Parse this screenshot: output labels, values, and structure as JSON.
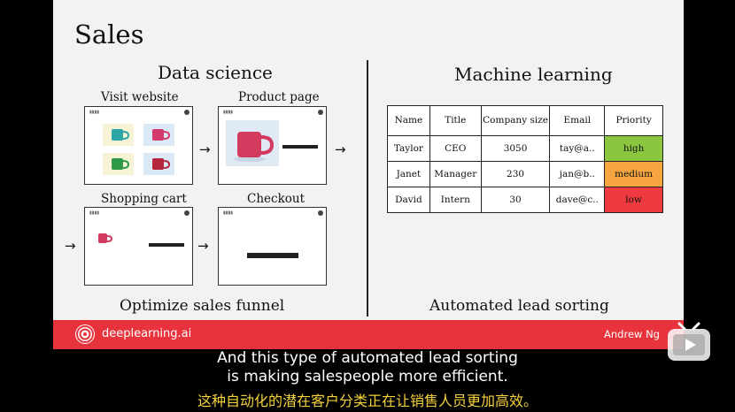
{
  "slide": {
    "title": "Sales",
    "left_section": {
      "heading": "Data science",
      "steps": [
        {
          "label": "Visit website"
        },
        {
          "label": "Product page"
        },
        {
          "label": "Shopping cart"
        },
        {
          "label": "Checkout"
        }
      ],
      "caption": "Optimize sales funnel"
    },
    "right_section": {
      "heading": "Machine learning",
      "table": {
        "headers": [
          "Name",
          "Title",
          "Company size",
          "Email",
          "Priority"
        ],
        "rows": [
          {
            "name": "Taylor",
            "title": "CEO",
            "size": "3050",
            "email": "tay@a..",
            "priority": "high"
          },
          {
            "name": "Janet",
            "title": "Manager",
            "size": "230",
            "email": "jan@b..",
            "priority": "medium"
          },
          {
            "name": "David",
            "title": "Intern",
            "size": "30",
            "email": "dave@c..",
            "priority": "low"
          }
        ]
      },
      "caption": "Automated lead sorting"
    }
  },
  "footer": {
    "brand": "deeplearning.ai",
    "presenter": "Andrew Ng"
  },
  "subtitles": {
    "english_line1": "And this type of automated lead sorting",
    "english_line2": "is making salespeople more efficient.",
    "chinese": "这种自动化的潜在客户分类正在让销售人员更加高效。"
  },
  "colors": {
    "footer_bar": "#e8323c",
    "priority_high": "#8cc63f",
    "priority_medium": "#f7a541",
    "priority_low": "#ee3a3f",
    "subtitle_chinese": "#f3d23a"
  },
  "icons": {
    "brand": "deeplearning-logo-icon",
    "arrow": "right-arrow-icon",
    "video_badge": "bilibili-tv-icon"
  }
}
